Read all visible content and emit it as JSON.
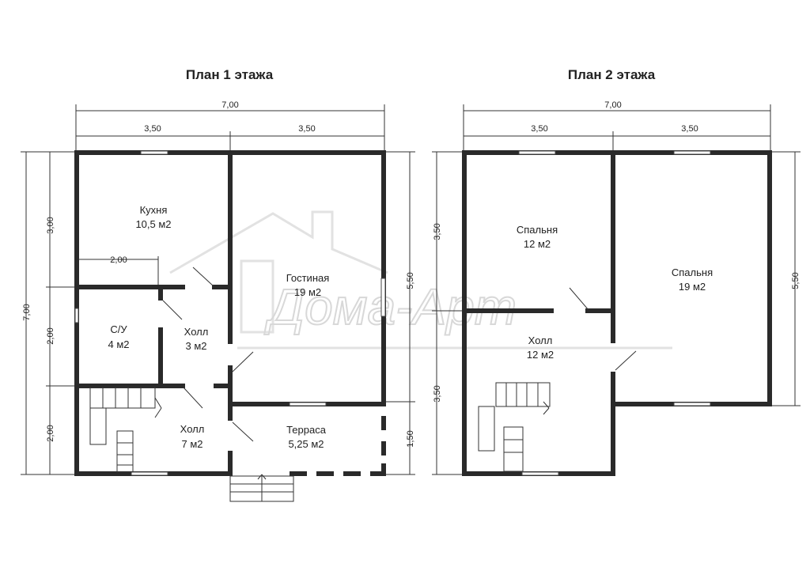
{
  "watermark": "Дома-Арт",
  "plan1": {
    "title": "План 1 этажа",
    "dims": {
      "top_total": "7,00",
      "top_left": "3,50",
      "top_right": "3,50",
      "left_total": "7,00",
      "left_a": "3,00",
      "left_b": "2,00",
      "left_c": "2,00",
      "right_a": "5,50",
      "right_b": "1,50",
      "inner": "2,00"
    },
    "rooms": [
      {
        "name": "Кухня",
        "area": "10,5 м2"
      },
      {
        "name": "Гостиная",
        "area": "19 м2"
      },
      {
        "name": "С/У",
        "area": "4 м2"
      },
      {
        "name": "Холл",
        "area": "3 м2"
      },
      {
        "name": "Холл",
        "area": "7 м2"
      },
      {
        "name": "Терраса",
        "area": "5,25 м2"
      }
    ]
  },
  "plan2": {
    "title": "План 2 этажа",
    "dims": {
      "top_total": "7,00",
      "top_left": "3,50",
      "top_right": "3,50",
      "left_a": "3,50",
      "left_b": "3,50",
      "right_a": "5,50"
    },
    "rooms": [
      {
        "name": "Спальня",
        "area": "12 м2"
      },
      {
        "name": "Спальня",
        "area": "19 м2"
      },
      {
        "name": "Холл",
        "area": "12 м2"
      }
    ]
  }
}
